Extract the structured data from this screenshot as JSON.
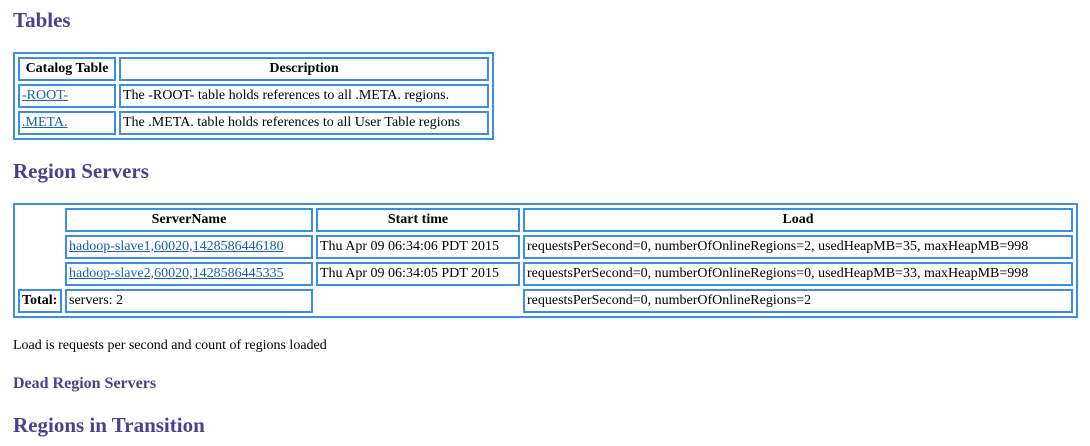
{
  "tables_section": {
    "heading": "Tables",
    "headers": [
      "Catalog Table",
      "Description"
    ],
    "rows": [
      {
        "name": "-ROOT-",
        "description": "The -ROOT- table holds references to all .META. regions."
      },
      {
        "name": ".META.",
        "description": "The .META. table holds references to all User Table regions"
      }
    ]
  },
  "region_servers": {
    "heading": "Region Servers",
    "headers": [
      "ServerName",
      "Start time",
      "Load"
    ],
    "rows": [
      {
        "server": "hadoop-slave1,60020,1428586446180",
        "start": "Thu Apr 09 06:34:06 PDT 2015",
        "load": "requestsPerSecond=0, numberOfOnlineRegions=2, usedHeapMB=35, maxHeapMB=998"
      },
      {
        "server": "hadoop-slave2,60020,1428586445335",
        "start": "Thu Apr 09 06:34:05 PDT 2015",
        "load": "requestsPerSecond=0, numberOfOnlineRegions=0, usedHeapMB=33, maxHeapMB=998"
      }
    ],
    "total_label": "Total:",
    "total_servers": "servers: 2",
    "total_load": "requestsPerSecond=0, numberOfOnlineRegions=2",
    "note": "Load is requests per second and count of regions loaded"
  },
  "dead_servers": {
    "heading": "Dead Region Servers"
  },
  "regions_in_transition": {
    "heading": "Regions in Transition"
  },
  "colors": {
    "heading": "#4b3f8f",
    "border": "#3a8ee6",
    "link": "#1a5fb4"
  }
}
